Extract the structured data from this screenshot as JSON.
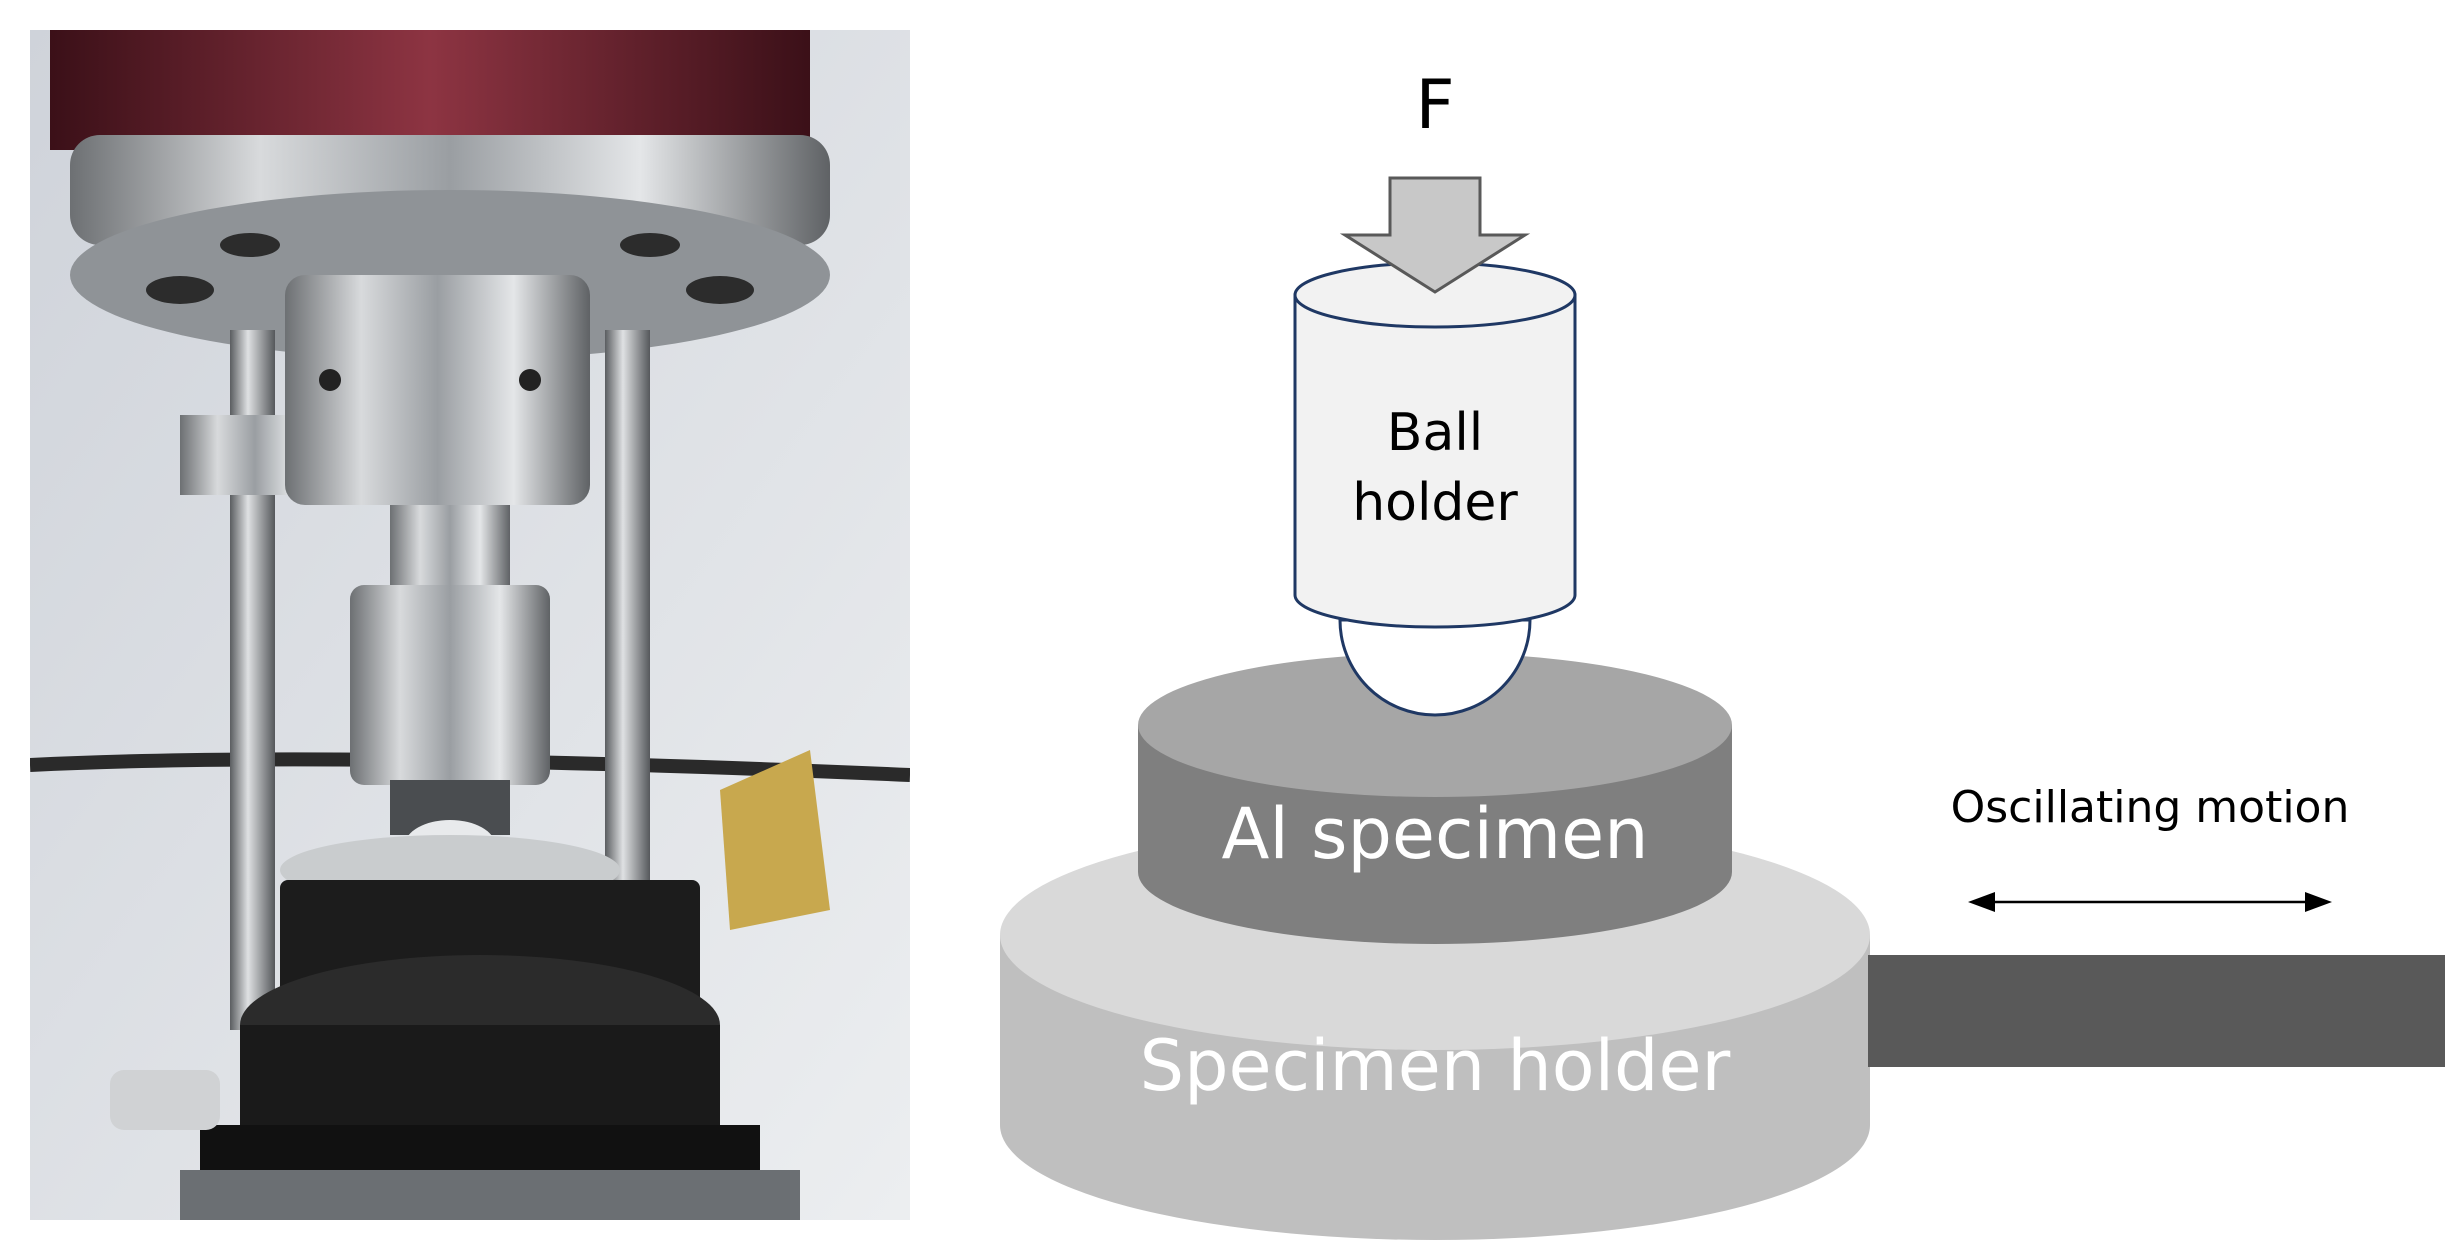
{
  "photo": {
    "subject": "ball-on-disk tribometer test rig",
    "colors": {
      "steel": "#b9bcbf",
      "dark_body": "#1c1c1c",
      "brass": "#c8a84e",
      "background": "#d9dbe0",
      "red_housing": "#7a2a36"
    }
  },
  "diagram": {
    "force_label": "F",
    "ball_holder_line1": "Ball",
    "ball_holder_line2": "holder",
    "specimen_label": "Al specimen",
    "holder_label": "Specimen holder",
    "motion_label": "Oscillating motion",
    "colors": {
      "arrow_fill": "#c8c8c8",
      "arrow_stroke": "#595959",
      "ball_holder_fill": "#f2f2f2",
      "ball_holder_stroke": "#1f3864",
      "specimen_top": "#a6a6a6",
      "specimen_side": "#7f7f7f",
      "holder_top": "#d9d9d9",
      "holder_side": "#bfbfbf",
      "drive_bar": "#595959",
      "label_light": "#ffffff",
      "label_dark": "#000000"
    }
  }
}
